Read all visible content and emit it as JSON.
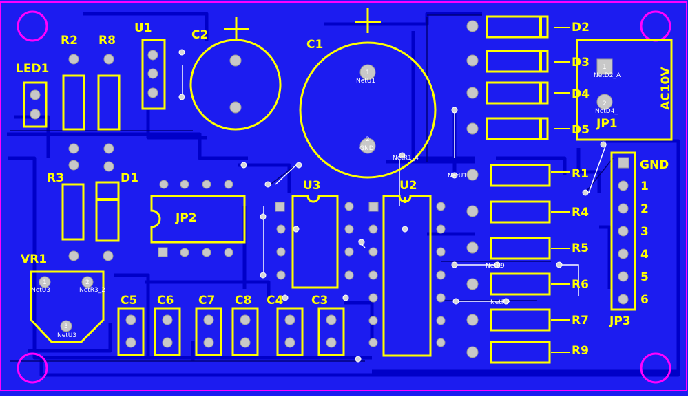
{
  "board": {
    "colors": {
      "substrate": "#1c1cf0",
      "copper": "#0000c8",
      "silkscreen": "#ffff00",
      "pad": "#c8c8c8",
      "mounting_hole": "#ff00ff",
      "frame": "#ff00ff"
    },
    "designators": [
      "LED1",
      "R2",
      "R8",
      "U1",
      "C2",
      "C1",
      "D2",
      "D3",
      "D4",
      "D5",
      "AC10V",
      "JP1",
      "R3",
      "D1",
      "GND",
      "1",
      "2",
      "3",
      "4",
      "5",
      "6",
      "JP3",
      "R1",
      "R4",
      "R5",
      "R6",
      "R7",
      "R9",
      "JP2",
      "U3",
      "U2",
      "VR1",
      "C5",
      "C6",
      "C7",
      "C8",
      "C4",
      "C3"
    ],
    "net_labels": [
      "NetU1",
      "GND",
      "NetD2_A",
      "NetD4_",
      "NetU3",
      "NetR3_2",
      "NetU3",
      "1",
      "2",
      "1",
      "2",
      "1",
      "2",
      "3",
      "NetR1_4",
      "NetU1",
      "NetR9",
      "NetR7"
    ]
  }
}
